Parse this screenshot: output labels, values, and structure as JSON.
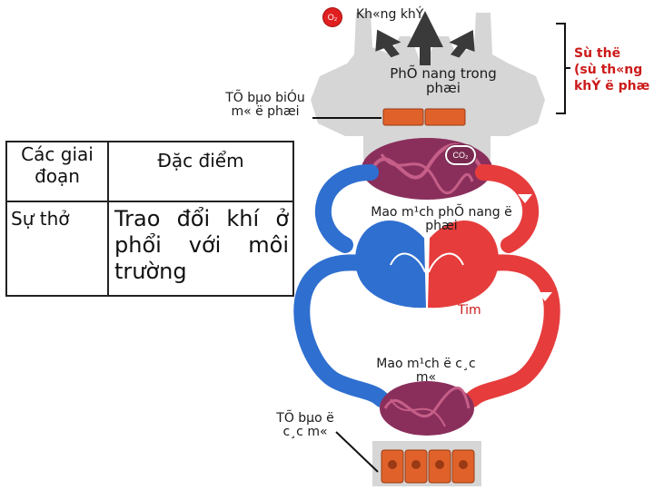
{
  "labels": {
    "oxygen_in": "Kh«ng khÝ",
    "alveoli": "PhÕ nang trong phæi",
    "lung_cells": "TÕ bµo biÓu m« ë phæi",
    "lung_capillary": "Mao m¹ch phÕ nang ë phæi",
    "heart": "Tim",
    "body_capillary": "Mao m¹ch ë c¸c m«",
    "body_cells": "TÕ bµo ë c¸c m«",
    "note": [
      "Sù thë",
      "(sù th«ng",
      "khÝ ë phæ"
    ],
    "o2_badge": "O₂",
    "co2_badge": "CO₂"
  },
  "table": {
    "header_stage": "Các giai đoạn",
    "header_feature": "Đặc điểm",
    "row_stage": "Sự thở",
    "row_feature": "Trao đổi khí ở phổi với môi trường"
  },
  "colors": {
    "oxygenated": "#e63c3c",
    "deoxygenated": "#2f6fd0",
    "capillary": "#7a2a50",
    "tissue": "#d6d6d6",
    "cell_box": "#e0622a"
  }
}
